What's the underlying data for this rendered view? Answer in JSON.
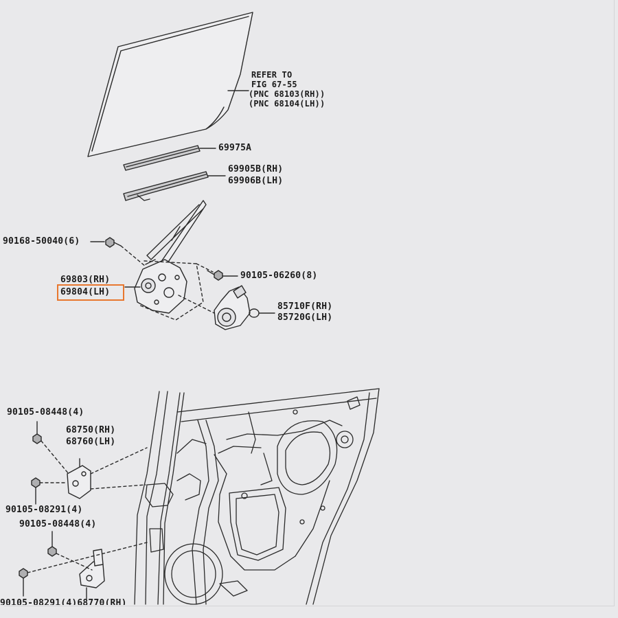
{
  "labels": {
    "refer_to": "REFER TO",
    "fig": "FIG 67-55",
    "pnc_rh": "(PNC 68103(RH))",
    "pnc_lh": "(PNC 68104(LH))",
    "p69975a": "69975A",
    "p69905b": "69905B(RH)",
    "p69906b": "69906B(LH)",
    "p90168": "90168-50040(6)",
    "p69803": "69803(RH)",
    "p69804": "69804(LH)",
    "p90105_06260": "90105-06260(8)",
    "p85710f": "85710F(RH)",
    "p85720g": "85720G(LH)",
    "p90105_08448_top": "90105-08448(4)",
    "p68750": "68750(RH)",
    "p68760": "68760(LH)",
    "p90105_08291_mid": "90105-08291(4)",
    "p90105_08448_mid": "90105-08448(4)",
    "p90105_08291_bot": "90105-08291(4)68770(RH)"
  },
  "colors": {
    "background": "#e9e9eb",
    "line": "#2a2a2a",
    "highlight": "#e8772e"
  }
}
